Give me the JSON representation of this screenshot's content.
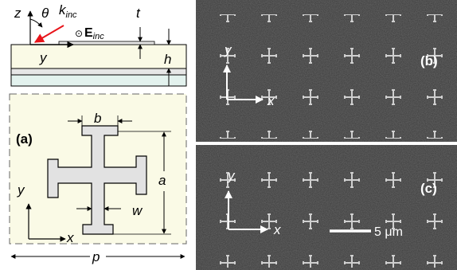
{
  "figure": {
    "left_panel": {
      "z_axis": "z",
      "theta": "θ",
      "k_label": "k",
      "k_sub": "inc",
      "e_symbol": "⊙",
      "e_label": "E",
      "e_sub": "inc",
      "y_axis_top": "y",
      "t_label": "t",
      "h_label": "h",
      "panel_a_label": "(a)",
      "b_label": "b",
      "a_label": "a",
      "w_label": "w",
      "y_axis": "y",
      "x_axis": "x",
      "p_label": "p"
    },
    "panel_b": {
      "label": "(b)",
      "y_axis": "y",
      "x_axis": "x"
    },
    "panel_c": {
      "label": "(c)",
      "y_axis": "y",
      "x_axis": "x",
      "scale_bar": "5 μm"
    },
    "colors": {
      "panel_fill": "#fafae6",
      "cross_fill": "#e2e2e2",
      "sem_background": "#3a3a3a",
      "sem_feature": "#cfcfcf",
      "incident_arrow": "#e8141a"
    }
  }
}
